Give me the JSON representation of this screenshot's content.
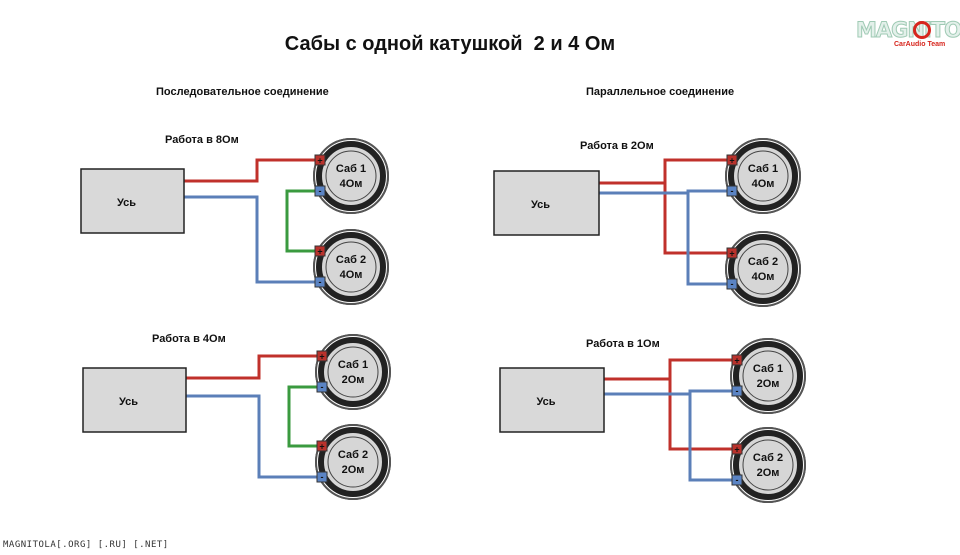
{
  "title": "Сабы с одной катушкой  2 и 4 Ом",
  "sections": {
    "series": "Последовательное соединение",
    "parallel": "Параллельное соединение"
  },
  "diagrams": [
    {
      "id": "series-4ohm-subs",
      "connection": "series",
      "mode_label": "Работа в 8Ом",
      "amp_label": "Усь",
      "subs": [
        {
          "name": "Саб 1",
          "impedance": "4Ом"
        },
        {
          "name": "Саб 2",
          "impedance": "4Ом"
        }
      ]
    },
    {
      "id": "series-2ohm-subs",
      "connection": "series",
      "mode_label": "Работа в 4Ом",
      "amp_label": "Усь",
      "subs": [
        {
          "name": "Саб 1",
          "impedance": "2Ом"
        },
        {
          "name": "Саб 2",
          "impedance": "2Ом"
        }
      ]
    },
    {
      "id": "parallel-4ohm-subs",
      "connection": "parallel",
      "mode_label": "Работа в 2Ом",
      "amp_label": "Усь",
      "subs": [
        {
          "name": "Саб 1",
          "impedance": "4Ом"
        },
        {
          "name": "Саб 2",
          "impedance": "4Ом"
        }
      ]
    },
    {
      "id": "parallel-2ohm-subs",
      "connection": "parallel",
      "mode_label": "Работа в 1Ом",
      "amp_label": "Усь",
      "subs": [
        {
          "name": "Саб 1",
          "impedance": "2Ом"
        },
        {
          "name": "Саб 2",
          "impedance": "2Ом"
        }
      ]
    }
  ],
  "terminal_symbols": {
    "positive": "+",
    "negative": "-"
  },
  "logo": {
    "text": "MAGNITOLA",
    "subtext": "CarAudio Team"
  },
  "footer": "MAGNITOLA[.ORG] [.RU] [.NET]",
  "colors": {
    "positive_wire": "#c0312b",
    "negative_wire": "#5b7fb8",
    "jumper_wire": "#3a9a3f",
    "amp_fill": "#d9d9d9",
    "speaker_ring": "#555555",
    "speaker_face": "#d6d6d6",
    "positive_terminal": "#b9322c",
    "negative_terminal": "#5b84c4"
  }
}
